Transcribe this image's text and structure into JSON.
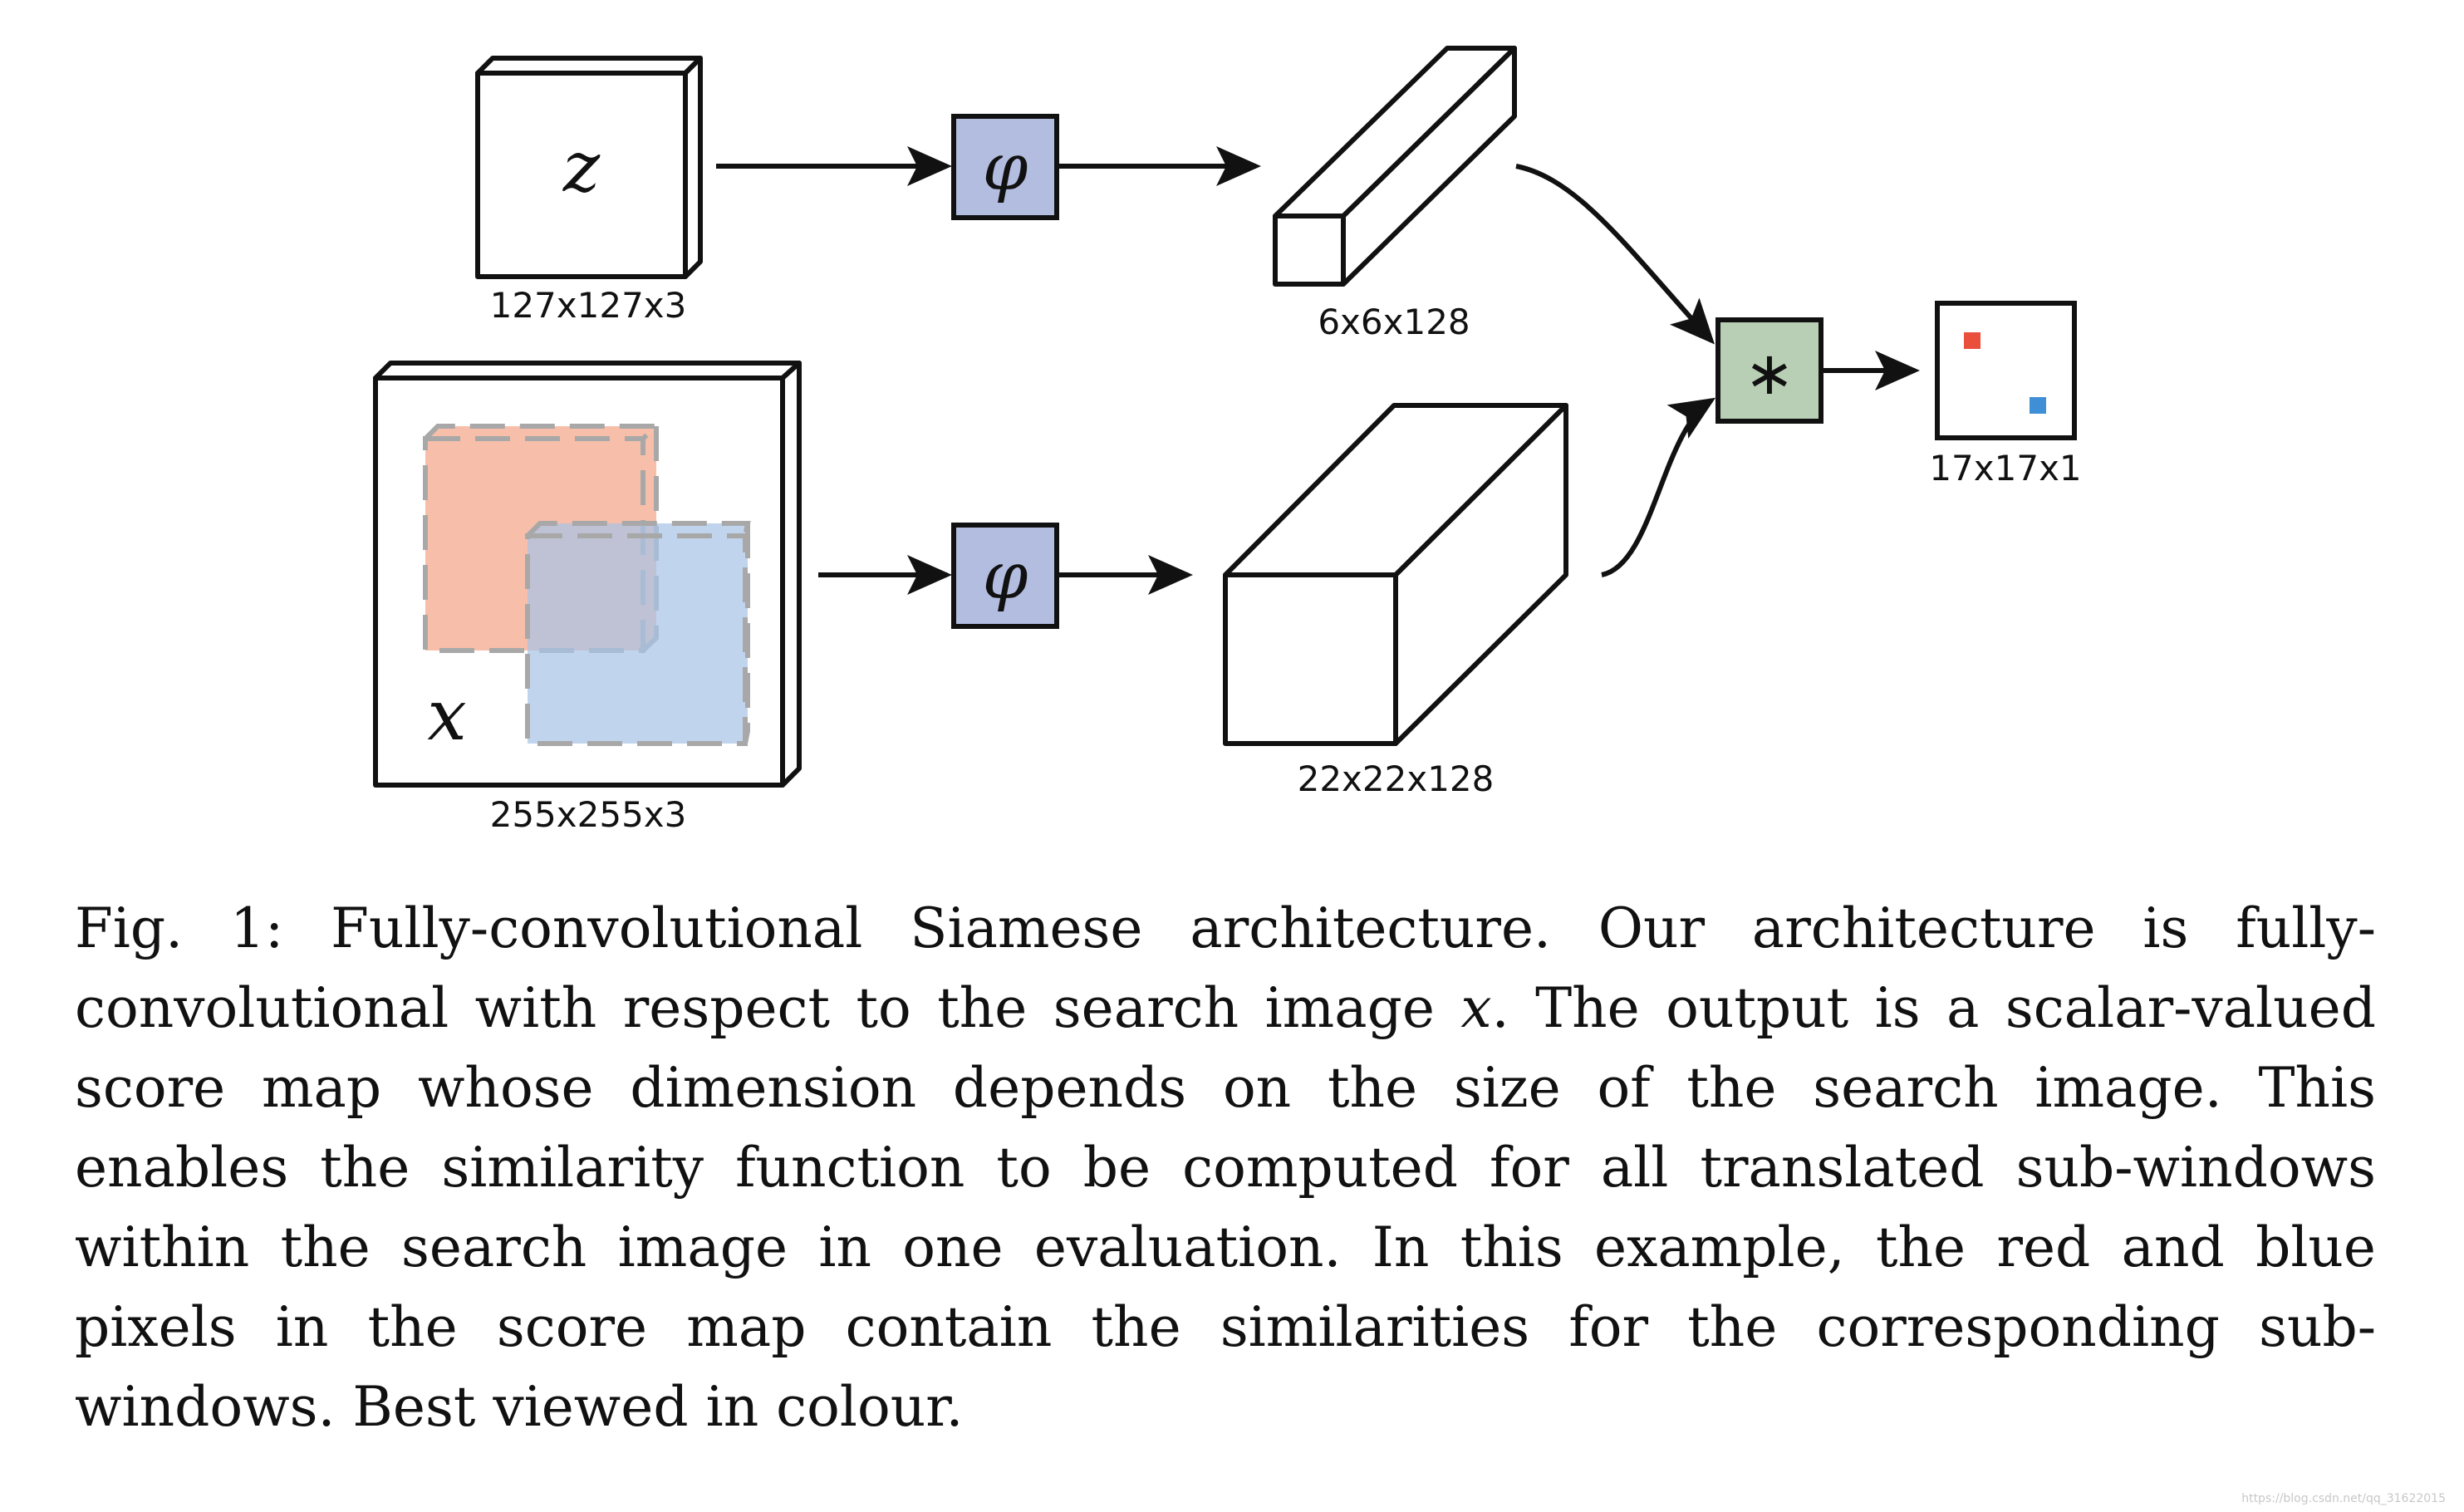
{
  "diagram": {
    "exemplar": {
      "symbol": "z",
      "dims": "127x127x3"
    },
    "search": {
      "symbol": "x",
      "dims": "255x255x3"
    },
    "embedding": {
      "symbol": "φ"
    },
    "exemplar_features": {
      "dims": "6x6x128"
    },
    "search_features": {
      "dims": "22x22x128"
    },
    "correlation": {
      "symbol": "∗"
    },
    "score_map": {
      "dims": "17x17x1"
    },
    "colors": {
      "embedding_fill": "#b3bde0",
      "correlation_fill": "#b8cfb5",
      "red_window": "#f6b49a",
      "blue_window": "#a9c4e6",
      "red_pixel": "#ea4f3c",
      "blue_pixel": "#3f8fd6"
    }
  },
  "caption": {
    "label": "Fig. 1:",
    "part1": " Fully-convolutional Siamese architecture. Our architecture is fully-convolutional with respect to the search image ",
    "var": "x",
    "part2": ". The output is a scalar-valued score map whose dimension depends on the size of the search image. This enables the similarity function to be computed for all translated sub-windows within the search image in one evaluation. In this example, the red and blue pixels in the score map contain the similarities for the corresponding sub-windows. Best viewed in colour."
  },
  "watermark": "https://blog.csdn.net/qq_31622015"
}
